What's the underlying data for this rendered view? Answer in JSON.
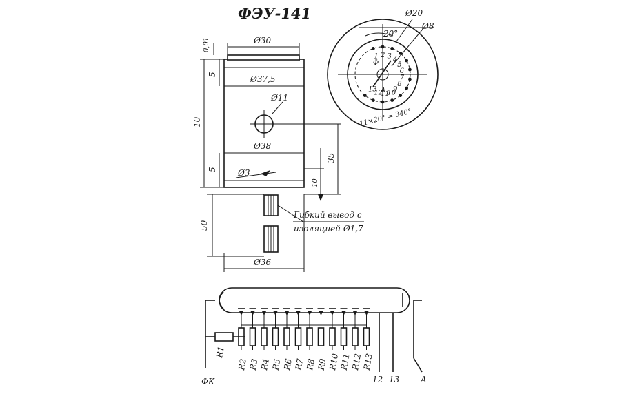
{
  "title": "ФЭУ-141",
  "side_view": {
    "dim_top_gap": "0,01",
    "dim_diam_30": "Ø30",
    "dim_5_top": "5",
    "dim_diam_375": "Ø37,5",
    "dim_10": "10",
    "dim_diam_11": "Ø11",
    "dim_diam_38": "Ø38",
    "dim_35": "35",
    "dim_5_bottom": "5",
    "dim_diam_3": "Ø3",
    "dim_10_small": "10",
    "dim_50": "50",
    "dim_diam_36": "Ø36",
    "lead_note_line1": "Гибкий вывод с",
    "lead_note_line2": "изоляцией Ø1,7"
  },
  "base_view": {
    "dim_diam_20": "Ø20",
    "dim_diam_8": "Ø8",
    "dim_angle": "20°",
    "dim_pins_angle": "11×20° = 340°",
    "pin_labels": [
      "1",
      "2",
      "3",
      "4",
      "5",
      "6",
      "7",
      "8",
      "9",
      "10",
      "11",
      "12",
      "13",
      "Φ",
      "A"
    ]
  },
  "circuit": {
    "resistors": [
      "R1",
      "R2",
      "R3",
      "R4",
      "R5",
      "R6",
      "R7",
      "R8",
      "R9",
      "R10",
      "R11",
      "R12",
      "R13"
    ],
    "terminal_fk": "ФК",
    "terminal_12": "12",
    "terminal_13": "13",
    "terminal_a": "A"
  }
}
